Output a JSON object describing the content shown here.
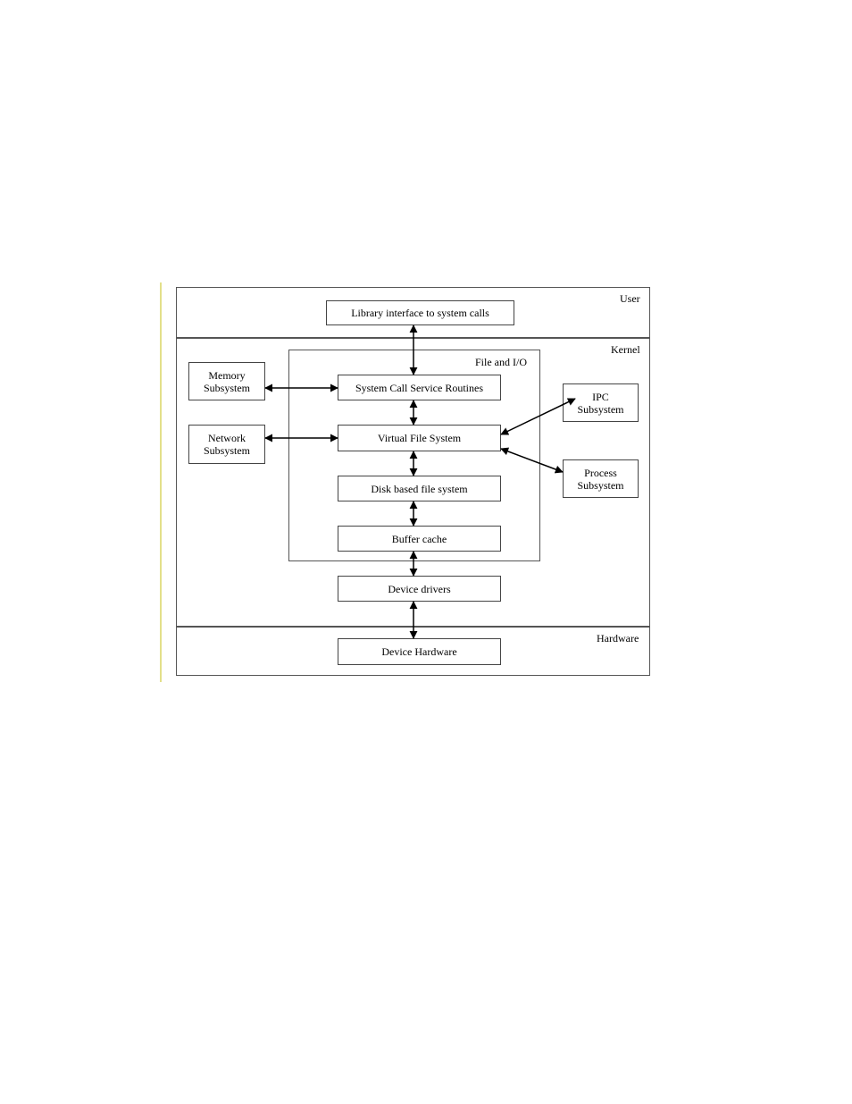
{
  "regions": {
    "user": "User",
    "kernel": "Kernel",
    "hardware": "Hardware"
  },
  "group": {
    "file_io": "File and I/O"
  },
  "boxes": {
    "library_interface": "Library interface to system calls",
    "system_call_service": "System Call Service Routines",
    "virtual_file_system": "Virtual File System",
    "disk_based_fs": "Disk based file system",
    "buffer_cache": "Buffer cache",
    "device_drivers": "Device drivers",
    "device_hardware": "Device Hardware",
    "memory_subsystem": "Memory\nSubsystem",
    "network_subsystem": "Network\nSubsystem",
    "ipc_subsystem": "IPC\nSubsystem",
    "process_subsystem": "Process\nSubsystem"
  }
}
